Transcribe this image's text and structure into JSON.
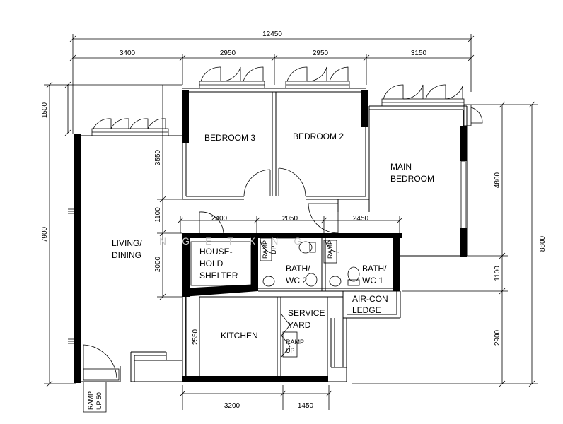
{
  "rooms": {
    "bedroom3": "BEDROOM 3",
    "bedroom2": "BEDROOM 2",
    "main_bedroom": [
      "MAIN",
      "BEDROOM"
    ],
    "living_dining": [
      "LIVING/",
      "DINING"
    ],
    "household_shelter": [
      "HOUSE-",
      "HOLD",
      "SHELTER"
    ],
    "bath_wc2": [
      "BATH/",
      "WC 2"
    ],
    "bath_wc1": [
      "BATH/",
      "WC 1"
    ],
    "aircon_ledge": [
      "AIR-CON",
      "LEDGE"
    ],
    "service_yard": [
      "SERVICE",
      "YARD"
    ],
    "kitchen": "KITCHEN"
  },
  "ramps": {
    "bath": [
      "RAMP",
      "UP"
    ],
    "yard": [
      "RAMP",
      "UP"
    ],
    "entrance": [
      "RAMP",
      "UP 50"
    ]
  },
  "dimensions": {
    "top_total": "12450",
    "top_segments": [
      "3400",
      "2950",
      "2950",
      "3150"
    ],
    "mid_segments": [
      "2400",
      "2050",
      "2450"
    ],
    "bottom_segments": [
      "3200",
      "1450"
    ],
    "left_outer": "7900",
    "left_top": "1500",
    "left_inner": [
      "3550",
      "1100",
      "2000"
    ],
    "kitchen_height": "2550",
    "right_outer": "8800",
    "right_inner": [
      "4800",
      "1100",
      "2900"
    ]
  },
  "watermark": "NGETKNG"
}
